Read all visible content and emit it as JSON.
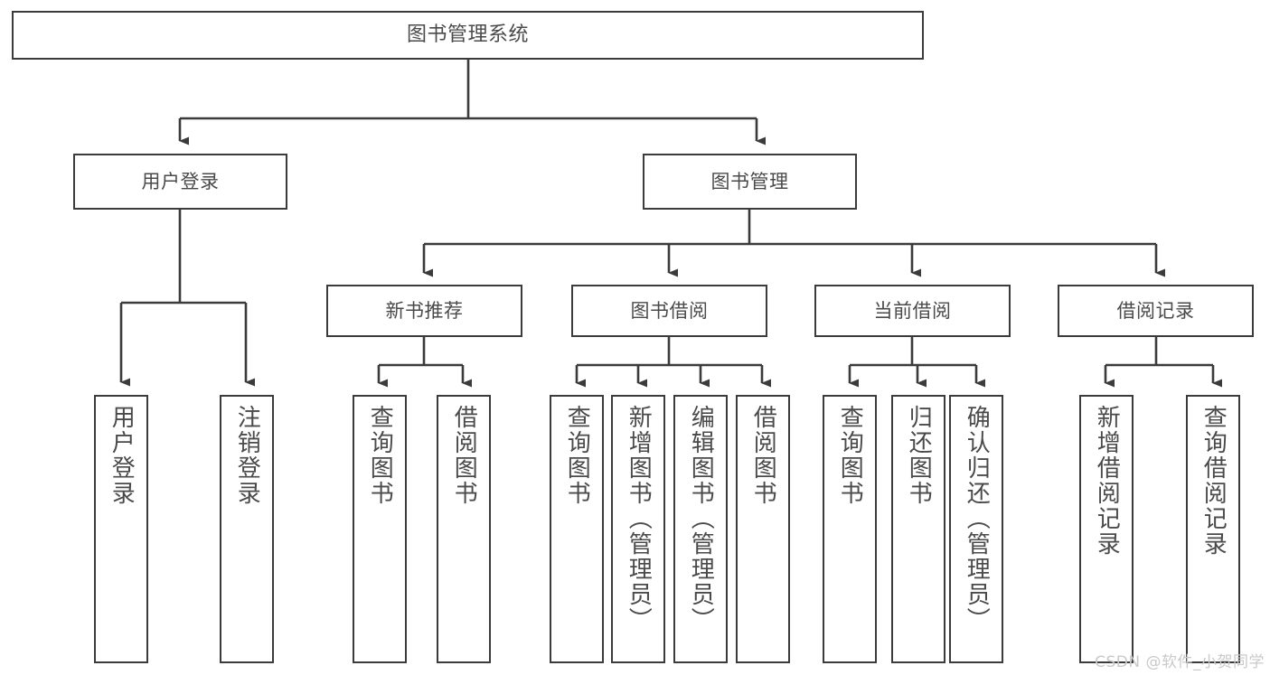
{
  "diagram": {
    "title": "图书管理系统",
    "watermark": "CSDN @软件_小贺同学",
    "colors": {
      "box_border": "#3b3b3b",
      "edge": "#3b3b3b",
      "text": "#4a4a4a",
      "background": "#ffffff",
      "watermark": "#c9c9c9"
    },
    "root": {
      "label": "图书管理系统"
    },
    "level2": [
      {
        "label": "用户登录"
      },
      {
        "label": "图书管理"
      }
    ],
    "level3": [
      {
        "label": "新书推荐"
      },
      {
        "label": "图书借阅"
      },
      {
        "label": "当前借阅"
      },
      {
        "label": "借阅记录"
      }
    ],
    "leaves": [
      {
        "label": "用户登录",
        "parent": "用户登录"
      },
      {
        "label": "注销登录",
        "parent": "用户登录"
      },
      {
        "label": "查询图书",
        "parent": "新书推荐"
      },
      {
        "label": "借阅图书",
        "parent": "新书推荐"
      },
      {
        "label": "查询图书",
        "parent": "图书借阅"
      },
      {
        "label": "新增图书（管理员）",
        "parent": "图书借阅"
      },
      {
        "label": "编辑图书（管理员）",
        "parent": "图书借阅"
      },
      {
        "label": "借阅图书",
        "parent": "图书借阅"
      },
      {
        "label": "查询图书",
        "parent": "当前借阅"
      },
      {
        "label": "归还图书",
        "parent": "当前借阅"
      },
      {
        "label": "确认归还（管理员）",
        "parent": "当前借阅"
      },
      {
        "label": "新增借阅记录",
        "parent": "借阅记录"
      },
      {
        "label": "查询借阅记录",
        "parent": "借阅记录"
      }
    ]
  }
}
